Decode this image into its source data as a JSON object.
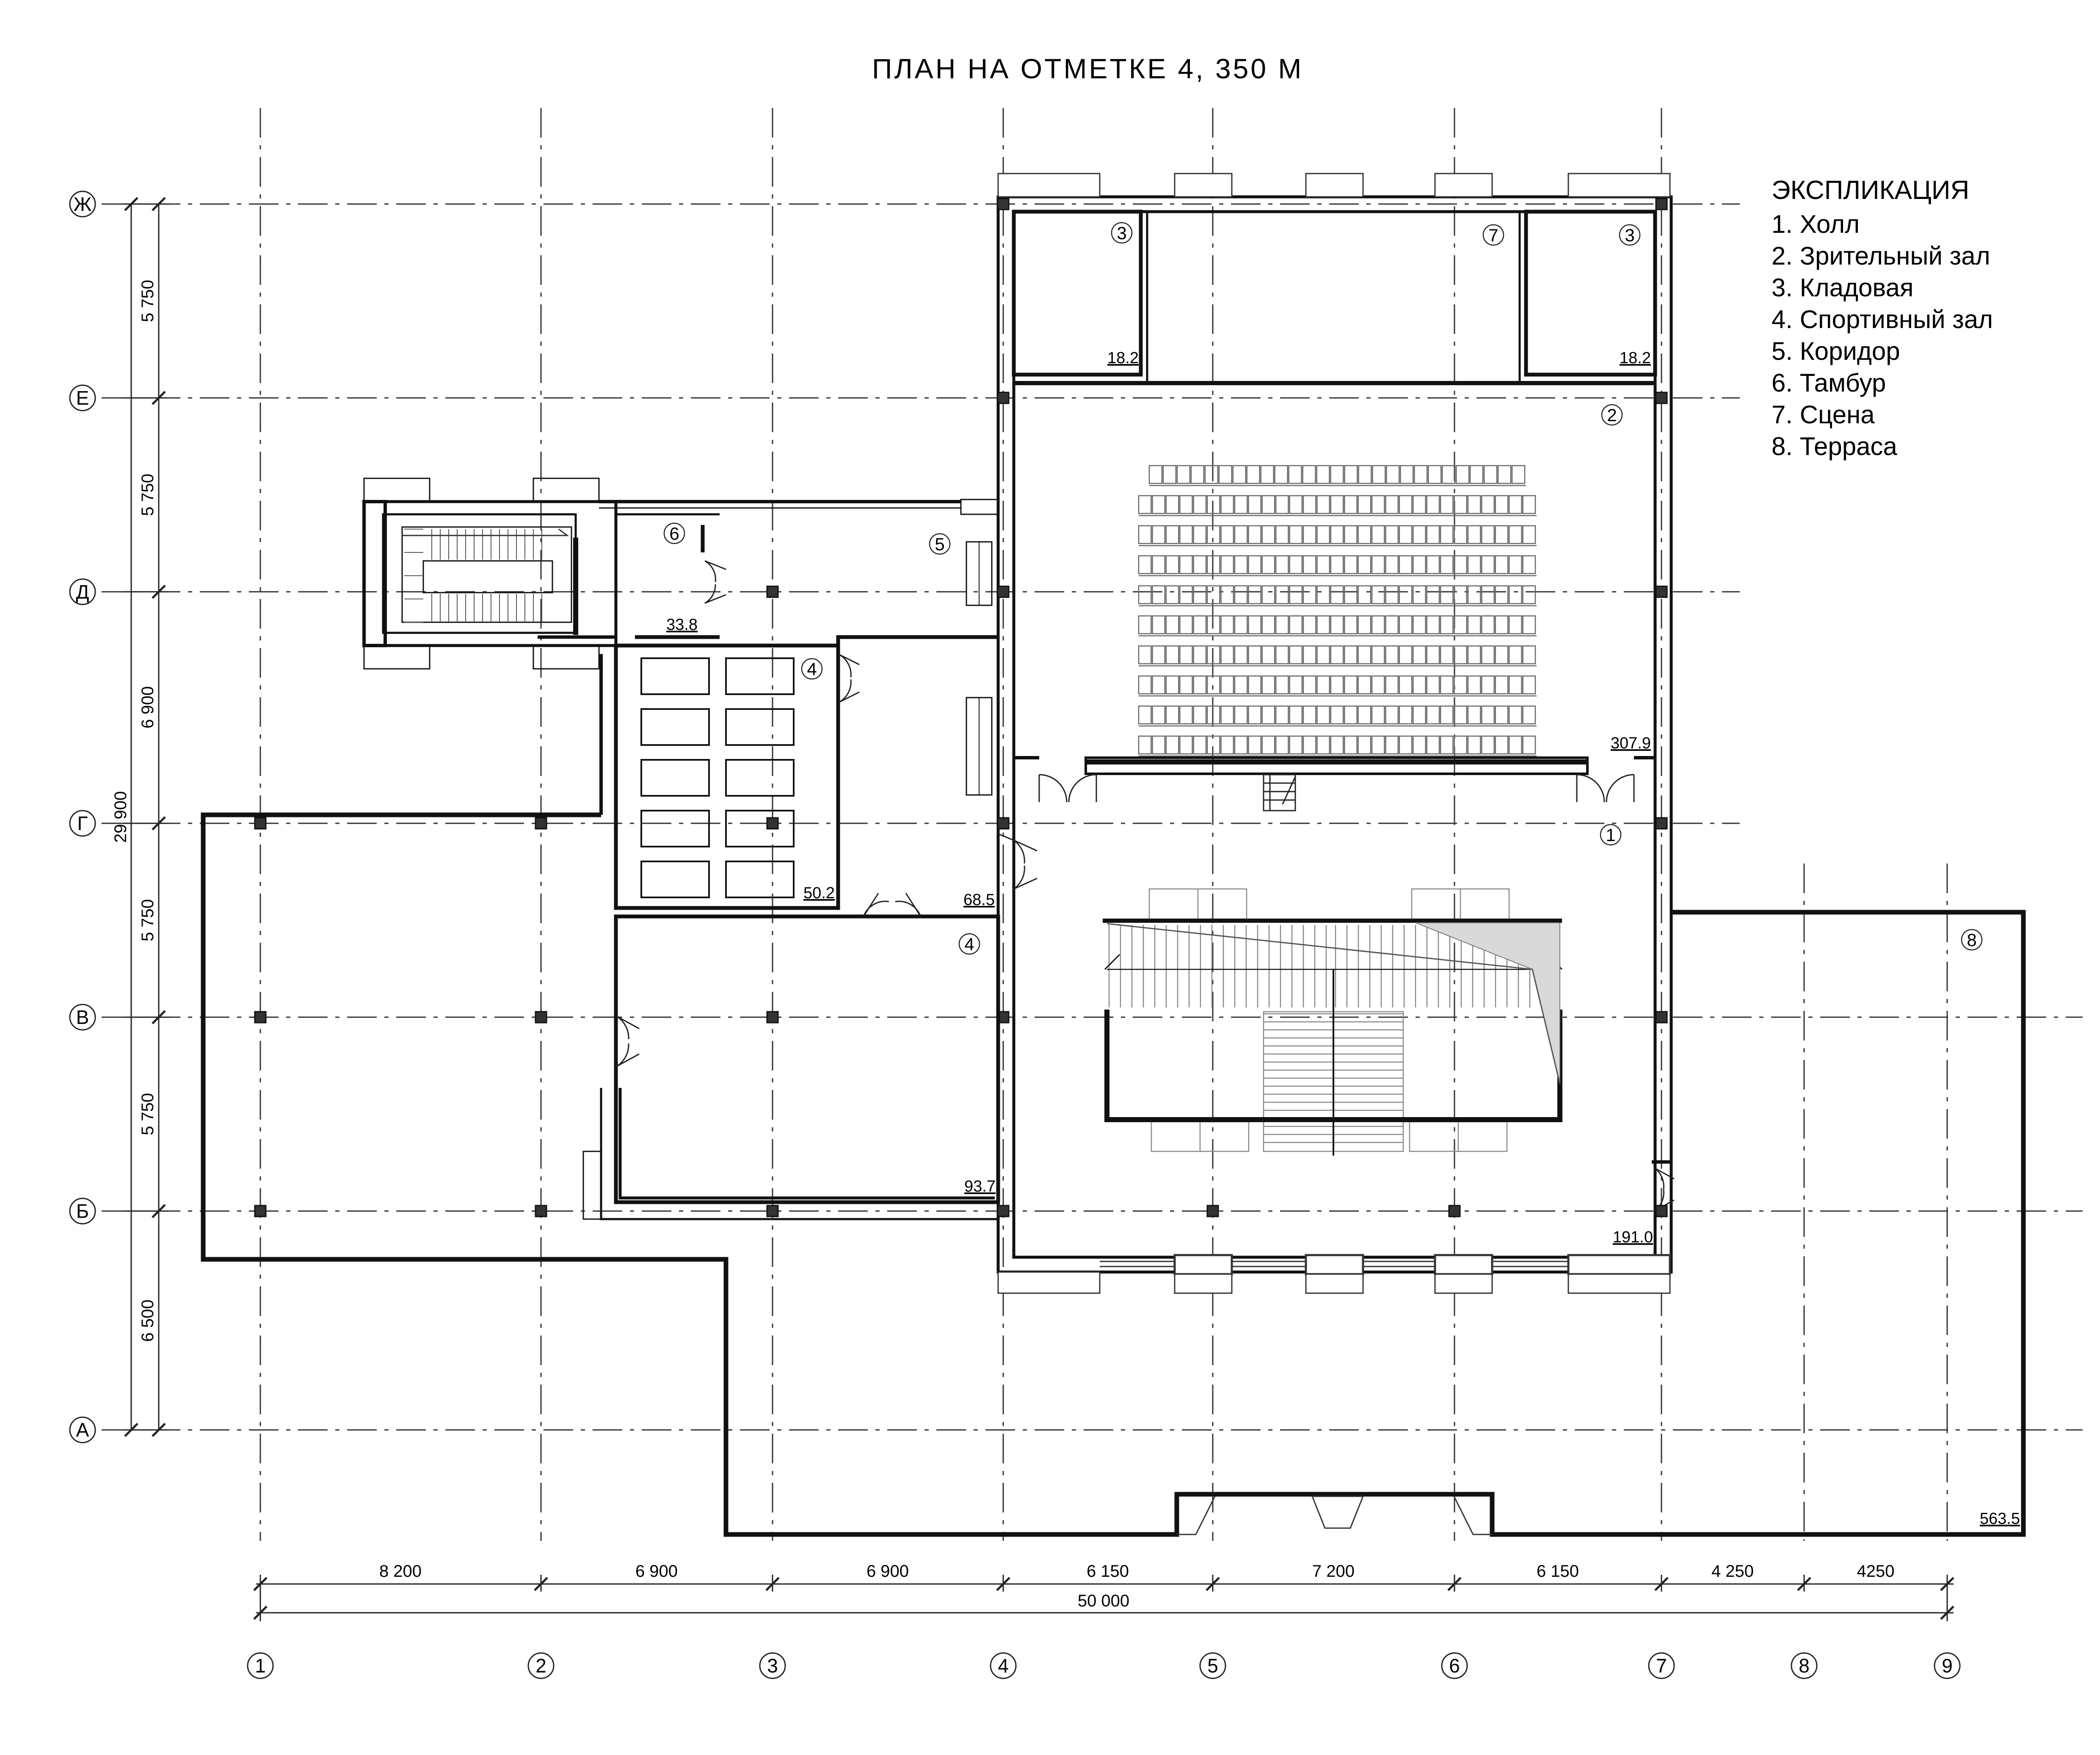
{
  "title": "ПЛАН  НА  ОТМЕТКЕ  4, 350  М",
  "legend": {
    "heading": "ЭКСПЛИКАЦИЯ",
    "items": [
      "1. Холл",
      "2. Зрительный зал",
      "3. Кладовая",
      "4. Спортивный зал",
      "5. Коридор",
      "6. Тамбур",
      "7. Сцена",
      "8. Терраса"
    ]
  },
  "axes": {
    "rows": [
      "Ж",
      "Е",
      "Д",
      "Г",
      "В",
      "Б",
      "А"
    ],
    "columns": [
      "1",
      "2",
      "3",
      "4",
      "5",
      "6",
      "7",
      "8",
      "9"
    ]
  },
  "dims": {
    "vertical": [
      "5 750",
      "5 750",
      "6 900",
      "5 750",
      "5 750",
      "6 500"
    ],
    "vertical_total": "29 900",
    "horizontal": [
      "8 200",
      "6 900",
      "6 900",
      "6 150",
      "7 200",
      "6 150",
      "4 250",
      "4250"
    ],
    "horizontal_total": "50 000"
  },
  "rooms": {
    "store_left": {
      "num": "3",
      "area": "18.2"
    },
    "stage": {
      "num": "7"
    },
    "store_right": {
      "num": "3",
      "area": "18.2"
    },
    "auditorium": {
      "num": "2",
      "area": "307.9"
    },
    "vestibule": {
      "num": "6",
      "area": "33.8"
    },
    "corridor": {
      "num": "5",
      "area": "68.5"
    },
    "gym_upper": {
      "num": "4",
      "area": "50.2"
    },
    "gym_lower": {
      "num": "4",
      "area": "93.7"
    },
    "hall": {
      "num": "1",
      "area": "191.0"
    },
    "terrace": {
      "num": "8",
      "area": "563.5"
    }
  }
}
